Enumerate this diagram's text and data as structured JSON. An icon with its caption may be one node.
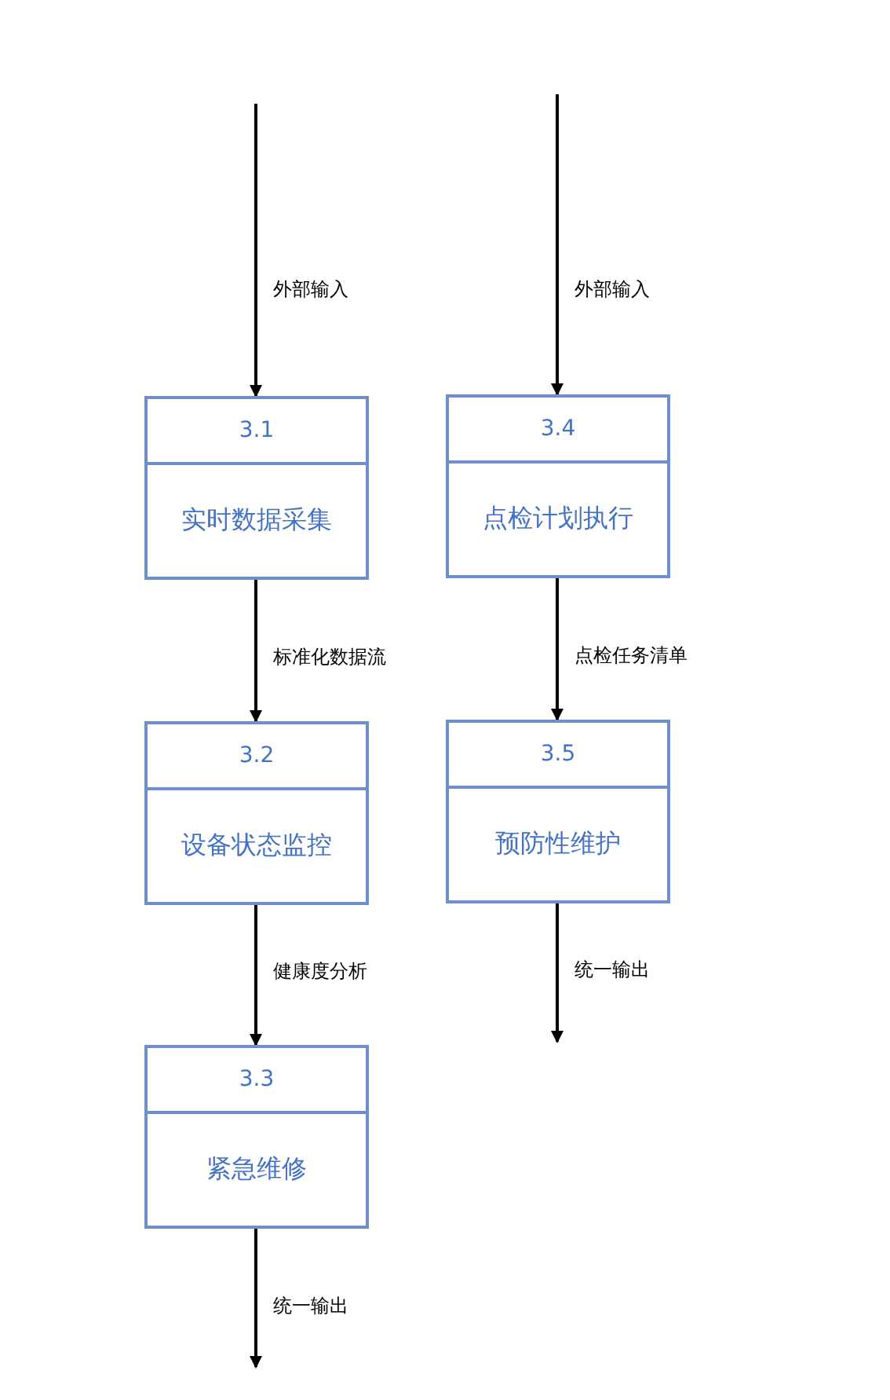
{
  "diagram": {
    "nodes": [
      {
        "text": [
          "3.1",
          "实时数据采集"
        ]
      },
      {
        "text": [
          "3.2",
          "设备状态监控"
        ]
      },
      {
        "text": [
          "3.3",
          "紧急维修"
        ]
      },
      {
        "text": [
          "3.4",
          "点检计划执行"
        ]
      },
      {
        "text": [
          "3.5",
          "预防性维护"
        ]
      }
    ],
    "edges": [
      {
        "from": null,
        "to": 0,
        "arrow": "to",
        "label": "外部输入"
      },
      {
        "from": 0,
        "to": 1,
        "arrow": "to",
        "label": "标准化数据流"
      },
      {
        "from": 1,
        "to": 2,
        "arrow": "to",
        "label": "健康度分析"
      },
      {
        "from": 2,
        "to": null,
        "arrow": "to",
        "label": "统一输出"
      },
      {
        "from": null,
        "to": 3,
        "arrow": "to",
        "label": "外部输入"
      },
      {
        "from": 3,
        "to": 4,
        "arrow": "to",
        "label": "点检任务清单"
      },
      {
        "from": 4,
        "to": null,
        "arrow": "to",
        "label": "统一输出"
      }
    ]
  }
}
